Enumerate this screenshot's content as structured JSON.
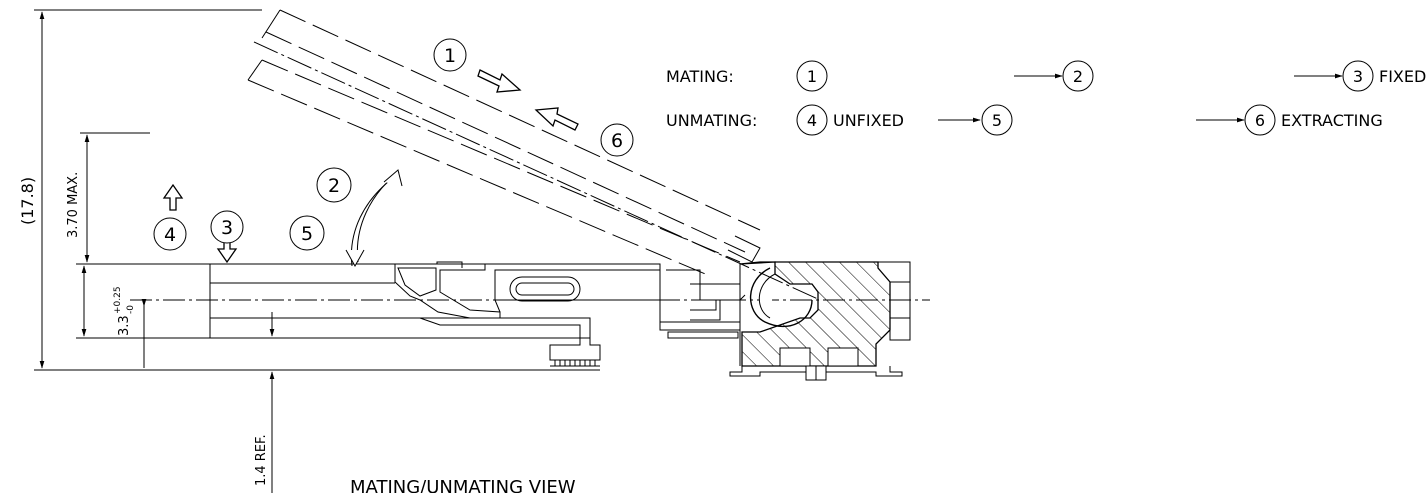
{
  "legend": {
    "mating_label": "MATING:",
    "unmating_label": "UNMATING:",
    "step1": "1",
    "step2": "2",
    "step3": "3",
    "step3_text": "FIXED",
    "step4": "4",
    "step4_text": "UNFIXED",
    "step5": "5",
    "step6": "6",
    "step6_text": "EXTRACTING"
  },
  "callouts": {
    "c1": "1",
    "c2": "2",
    "c3": "3",
    "c4": "4",
    "c5": "5",
    "c6": "6"
  },
  "dimensions": {
    "overall": "(17.8)",
    "max_height": "3.70 MAX.",
    "height_base": "3.3",
    "height_tol_plus": "+0.25",
    "height_tol_minus": "-0",
    "ref": "1.4 REF."
  },
  "title": "MATING/UNMATING VIEW"
}
